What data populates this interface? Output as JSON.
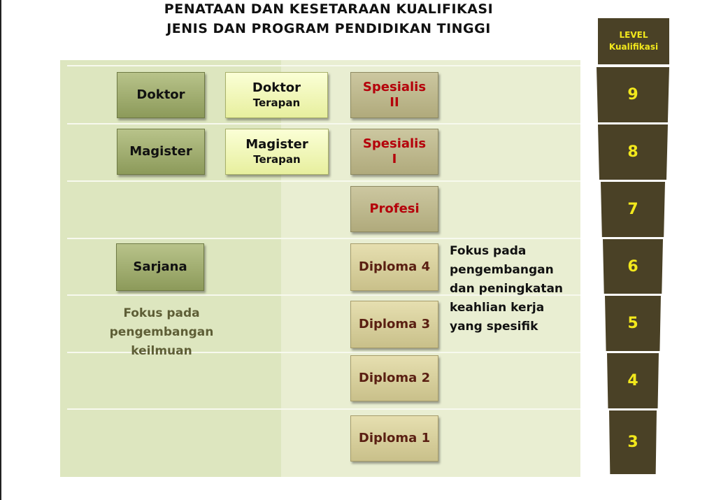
{
  "title": {
    "line1": "PENATAAN DAN KESETARAAN KUALIFIKASI",
    "line2": "JENIS DAN PROGRAM PENDIDIKAN TINGGI"
  },
  "level_header": {
    "line1": "LEVEL",
    "line2": "Kualifikasi"
  },
  "levels": [
    "9",
    "8",
    "7",
    "6",
    "5",
    "4",
    "3"
  ],
  "akademik": {
    "doktor": "Doktor",
    "magister": "Magister",
    "sarjana": "Sarjana",
    "focus": [
      "Fokus pada",
      "pengembangan",
      "keilmuan"
    ]
  },
  "terapan": {
    "doktor": {
      "main": "Doktor",
      "sub": "Terapan"
    },
    "magister": {
      "main": "Magister",
      "sub": "Terapan"
    }
  },
  "profesi": {
    "spesialis2": {
      "line1": "Spesialis",
      "line2": "II"
    },
    "spesialis1": {
      "line1": "Spesialis",
      "line2": "I"
    },
    "profesi": "Profesi"
  },
  "vokasi": {
    "diploma4": "Diploma 4",
    "diploma3": "Diploma 3",
    "diploma2": "Diploma 2",
    "diploma1": "Diploma 1",
    "focus": [
      "Fokus pada",
      "pengembangan",
      "dan peningkatan",
      "keahlian kerja",
      "yang spesifik"
    ]
  },
  "colors": {
    "level_bg": "#4a4126",
    "level_text": "#f2e81c",
    "profesi_text": "#b5000a",
    "diploma_text": "#5a1f12"
  }
}
